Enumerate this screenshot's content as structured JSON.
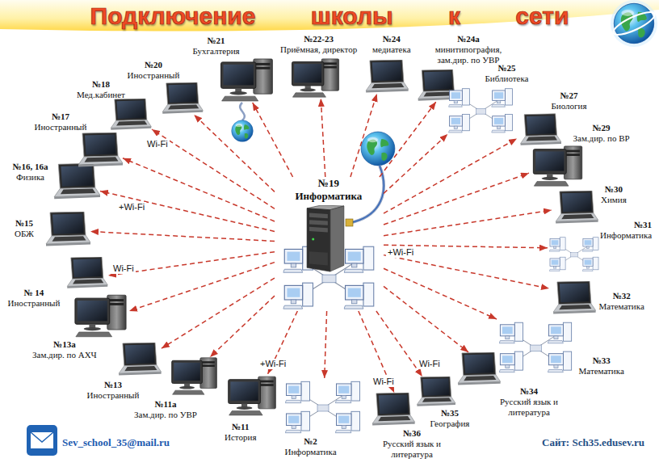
{
  "diagram": {
    "title": "Подключение школы к сети",
    "nodes": [
      {
        "text": [
          "№19",
          "Информатика"
        ]
      },
      {
        "text": [
          "№21",
          "Бухгалтерия"
        ]
      },
      {
        "text": [
          "№22-23",
          "Приёмная, директор"
        ]
      },
      {
        "text": [
          "№24",
          "медиатека"
        ]
      },
      {
        "text": [
          "№24а",
          "минитипография, зам.дир. по УВР"
        ]
      },
      {
        "text": [
          "№25",
          "Библиотека"
        ]
      },
      {
        "text": [
          "№27",
          "Биология"
        ]
      },
      {
        "text": [
          "№29",
          "Зам.дир. по ВР"
        ]
      },
      {
        "text": [
          "№30",
          "Химия"
        ]
      },
      {
        "text": [
          "№31",
          "Информатика"
        ]
      },
      {
        "text": [
          "№32",
          "Математика"
        ]
      },
      {
        "text": [
          "№33",
          "Математика"
        ]
      },
      {
        "text": [
          "№34",
          "Русский язык и литература"
        ]
      },
      {
        "text": [
          "№35",
          "География"
        ]
      },
      {
        "text": [
          "№36",
          "Русский язык и литература"
        ]
      },
      {
        "text": [
          "№2",
          "Информатика"
        ]
      },
      {
        "text": [
          "№11",
          "История"
        ]
      },
      {
        "text": [
          "№11а",
          "Зам.дир. по УВР"
        ]
      },
      {
        "text": [
          "№13",
          "Иностранный"
        ]
      },
      {
        "text": [
          "№13а",
          "Зам.дир. по АХЧ"
        ]
      },
      {
        "text": [
          "№ 14",
          "Иностранный"
        ]
      },
      {
        "text": [
          "№15",
          "ОБЖ"
        ]
      },
      {
        "text": [
          "№16, 16а",
          "Физика"
        ]
      },
      {
        "text": [
          "№17",
          "Иностранный"
        ]
      },
      {
        "text": [
          "№18",
          "Мед.кабинет"
        ]
      },
      {
        "text": [
          "№20",
          "Иностранный"
        ]
      }
    ],
    "edges": [
      {
        "from": 0,
        "to": 1,
        "arrow": "to"
      },
      {
        "from": 0,
        "to": 2,
        "arrow": "to"
      },
      {
        "from": 0,
        "to": 3,
        "arrow": "to"
      },
      {
        "from": 0,
        "to": 4,
        "arrow": "to"
      },
      {
        "from": 0,
        "to": 5,
        "arrow": "to"
      },
      {
        "from": 0,
        "to": 6,
        "arrow": "to"
      },
      {
        "from": 0,
        "to": 7,
        "arrow": "to"
      },
      {
        "from": 0,
        "to": 8,
        "arrow": "to"
      },
      {
        "from": 0,
        "to": 9,
        "arrow": "to"
      },
      {
        "from": 0,
        "to": 10,
        "arrow": "to"
      },
      {
        "from": 0,
        "to": 11,
        "arrow": "to"
      },
      {
        "from": 0,
        "to": 12,
        "arrow": "to"
      },
      {
        "from": 0,
        "to": 13,
        "arrow": "to"
      },
      {
        "from": 0,
        "to": 14,
        "arrow": "to"
      },
      {
        "from": 0,
        "to": 15,
        "arrow": "to"
      },
      {
        "from": 0,
        "to": 16,
        "arrow": "to"
      },
      {
        "from": 0,
        "to": 17,
        "arrow": "to"
      },
      {
        "from": 0,
        "to": 18,
        "arrow": "to"
      },
      {
        "from": 0,
        "to": 19,
        "arrow": "to"
      },
      {
        "from": 0,
        "to": 20,
        "arrow": "to"
      },
      {
        "from": 0,
        "to": 21,
        "arrow": "to"
      },
      {
        "from": 0,
        "to": 22,
        "arrow": "to"
      },
      {
        "from": 0,
        "to": 23,
        "arrow": "to"
      },
      {
        "from": 0,
        "to": 24,
        "arrow": "to"
      },
      {
        "from": 0,
        "to": 25,
        "arrow": "to"
      }
    ],
    "labels": [
      "Wi-Fi",
      "+Wi-Fi",
      "+Wi-Fi",
      "Wi-Fi",
      "+Wi-Fi",
      "Wi-Fi",
      "Wi-Fi",
      "Sev_school_35@mail.ru",
      "Сайт: Sch35.edusev.ru"
    ]
  }
}
